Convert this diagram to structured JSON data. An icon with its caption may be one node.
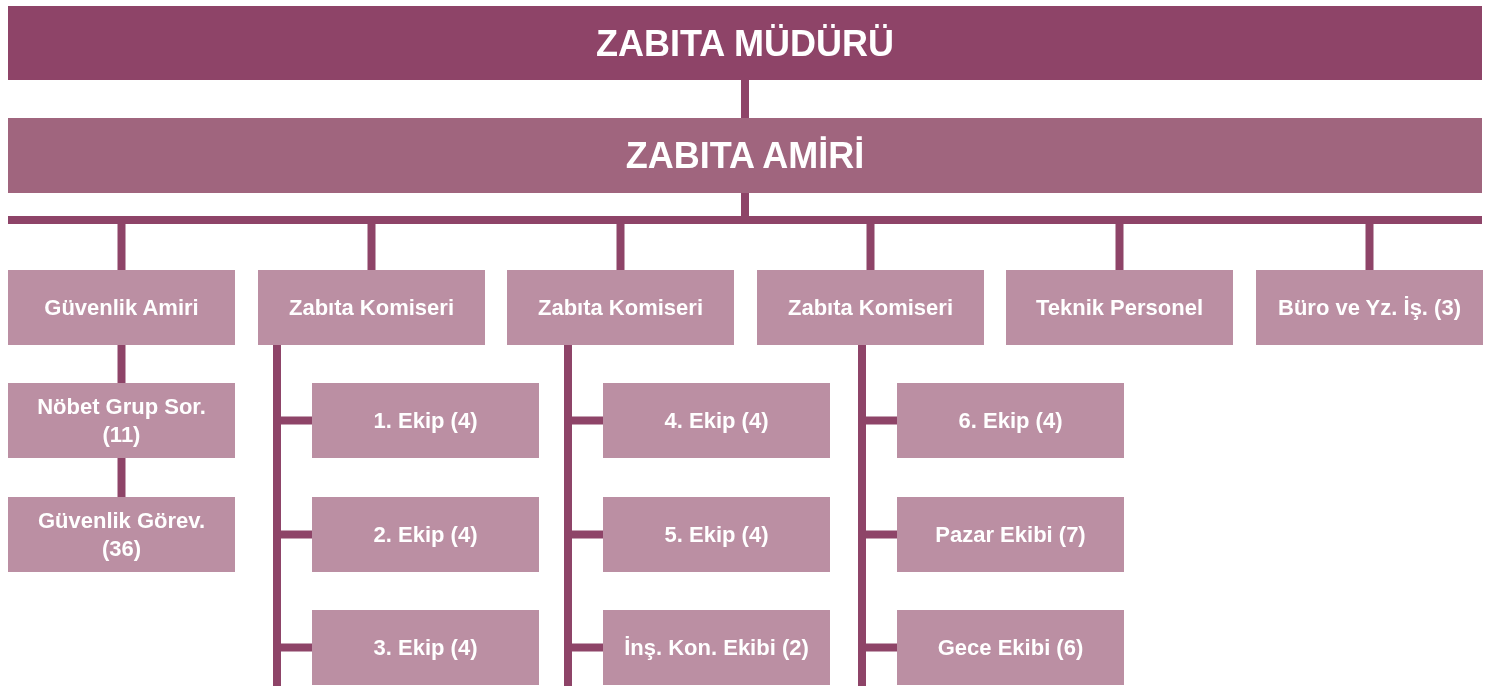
{
  "diagram": {
    "nodes": [
      {
        "text": [
          "ZABITA MÜDÜRÜ"
        ]
      },
      {
        "text": [
          "ZABITA AMİRİ"
        ]
      },
      {
        "text": [
          "Güvenlik Amiri"
        ]
      },
      {
        "text": [
          "Zabıta Komiseri"
        ]
      },
      {
        "text": [
          "Zabıta Komiseri"
        ]
      },
      {
        "text": [
          "Zabıta Komiseri"
        ]
      },
      {
        "text": [
          "Teknik Personel"
        ]
      },
      {
        "text": [
          "Büro ve Yz. İş. (3)"
        ]
      },
      {
        "text": [
          "Nöbet Grup Sor. (11)"
        ]
      },
      {
        "text": [
          "Güvenlik Görev. (36)"
        ]
      },
      {
        "text": [
          "1. Ekip (4)"
        ]
      },
      {
        "text": [
          "2. Ekip (4)"
        ]
      },
      {
        "text": [
          "3. Ekip (4)"
        ]
      },
      {
        "text": [
          "4. Ekip (4)"
        ]
      },
      {
        "text": [
          "5. Ekip (4)"
        ]
      },
      {
        "text": [
          "İnş. Kon. Ekibi (2)"
        ]
      },
      {
        "text": [
          "6. Ekip (4)"
        ]
      },
      {
        "text": [
          "Pazar Ekibi (7)"
        ]
      },
      {
        "text": [
          "Gece Ekibi (6)"
        ]
      }
    ],
    "edges": [
      {
        "from": 0,
        "to": 1,
        "arrow": "none"
      },
      {
        "from": 1,
        "to": 2,
        "arrow": "none"
      },
      {
        "from": 1,
        "to": 3,
        "arrow": "none"
      },
      {
        "from": 1,
        "to": 4,
        "arrow": "none"
      },
      {
        "from": 1,
        "to": 5,
        "arrow": "none"
      },
      {
        "from": 1,
        "to": 6,
        "arrow": "none"
      },
      {
        "from": 1,
        "to": 7,
        "arrow": "none"
      },
      {
        "from": 2,
        "to": 8,
        "arrow": "none"
      },
      {
        "from": 8,
        "to": 9,
        "arrow": "none"
      },
      {
        "from": 3,
        "to": 10,
        "arrow": "none"
      },
      {
        "from": 3,
        "to": 11,
        "arrow": "none"
      },
      {
        "from": 3,
        "to": 12,
        "arrow": "none"
      },
      {
        "from": 4,
        "to": 13,
        "arrow": "none"
      },
      {
        "from": 4,
        "to": 14,
        "arrow": "none"
      },
      {
        "from": 4,
        "to": 15,
        "arrow": "none"
      },
      {
        "from": 5,
        "to": 16,
        "arrow": "none"
      },
      {
        "from": 5,
        "to": 17,
        "arrow": "none"
      },
      {
        "from": 5,
        "to": 18,
        "arrow": "none"
      }
    ]
  }
}
